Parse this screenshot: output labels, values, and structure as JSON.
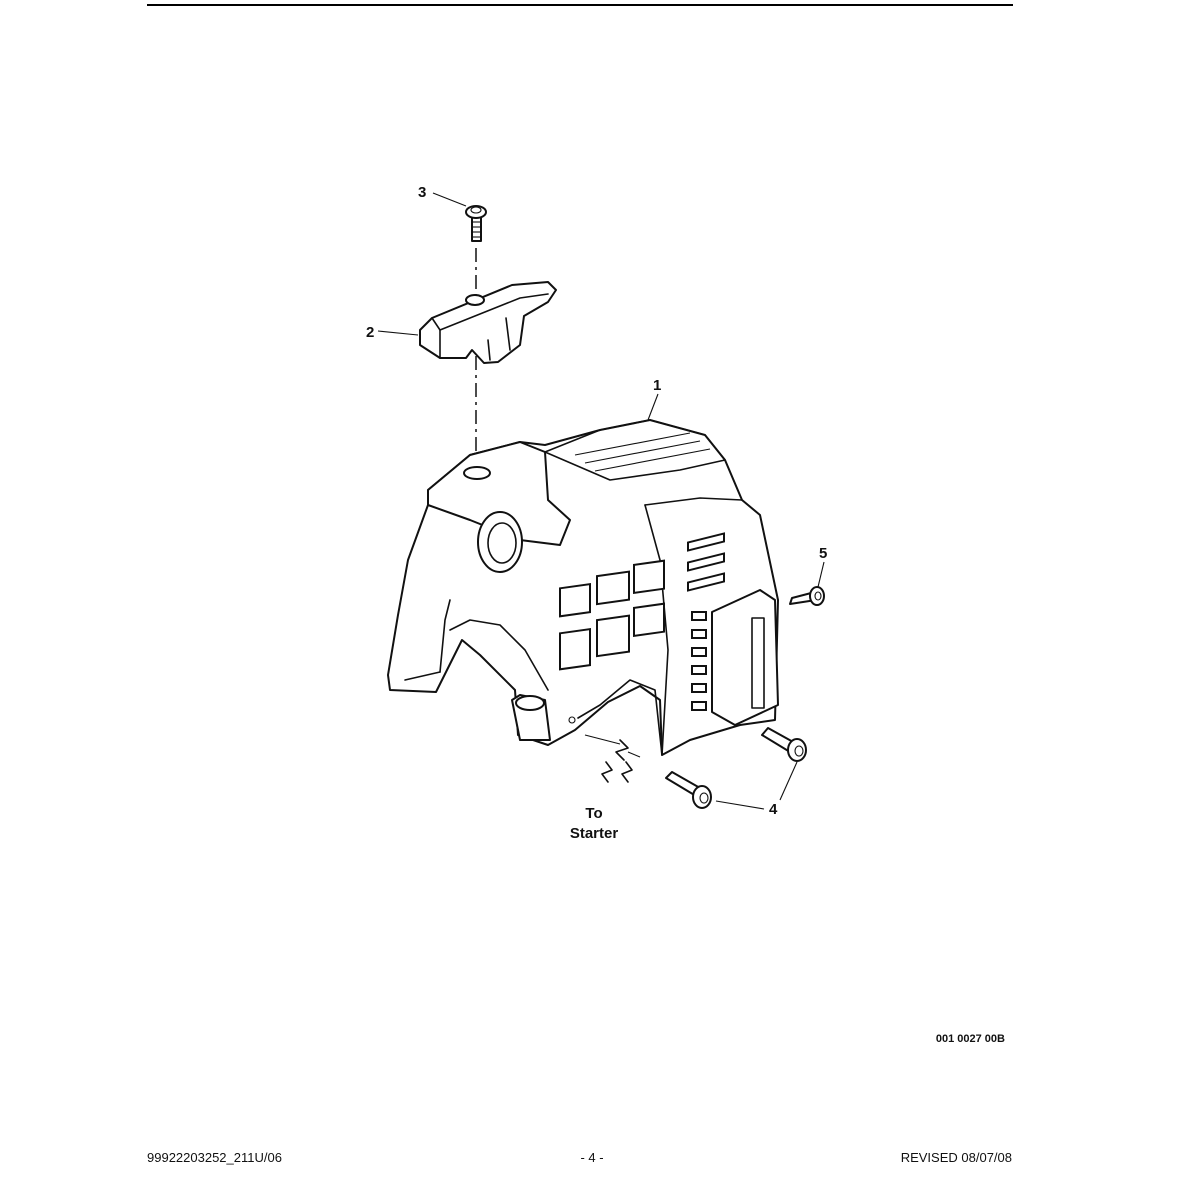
{
  "document": {
    "figure_code": "001 0027 00B",
    "footer": {
      "left": "99922203252_211U/06",
      "center": "- 4 -",
      "right": "REVISED 08/07/08"
    }
  },
  "diagram": {
    "callouts": [
      {
        "id": "1",
        "label": "1"
      },
      {
        "id": "2",
        "label": "2"
      },
      {
        "id": "3",
        "label": "3"
      },
      {
        "id": "4",
        "label": "4"
      },
      {
        "id": "5",
        "label": "5"
      }
    ],
    "note_line1": "To",
    "note_line2": "Starter"
  }
}
